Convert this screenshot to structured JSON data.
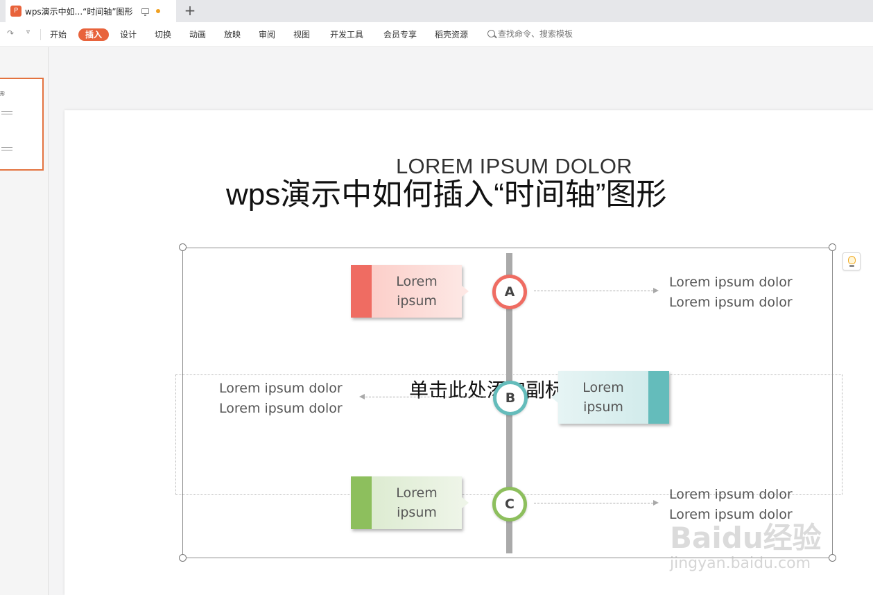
{
  "tab": {
    "title": "wps演示中如...“时间轴”图形",
    "app_icon": "wps-presentation-icon"
  },
  "ribbon": {
    "tabs": [
      "开始",
      "插入",
      "设计",
      "切换",
      "动画",
      "放映",
      "审阅",
      "视图",
      "开发工具",
      "会员专享",
      "稻壳资源"
    ],
    "active_tab": "插入",
    "search_placeholder": "查找命令、搜索模板"
  },
  "thumbnail": {
    "title_fragment": "形"
  },
  "slide": {
    "ghost_title": "LOREM IPSUM DOLOR",
    "title": "wps演示中如何插入“时间轴”图形",
    "subtitle_placeholder": "单击此处添加副标题"
  },
  "timeline": [
    {
      "label": "A",
      "card_text": "Lorem ipsum",
      "color": "#ef6c62",
      "card_side": "left",
      "desc_line1": "Lorem ipsum dolor",
      "desc_line2": "Lorem ipsum dolor"
    },
    {
      "label": "B",
      "card_text": "Lorem ipsum",
      "color": "#64bcbb",
      "card_side": "right",
      "desc_line1": "Lorem ipsum dolor",
      "desc_line2": "Lorem ipsum dolor"
    },
    {
      "label": "C",
      "card_text": "Lorem ipsum",
      "color": "#8dbf5d",
      "card_side": "left",
      "desc_line1": "Lorem ipsum dolor",
      "desc_line2": "Lorem ipsum dolor"
    }
  ],
  "colors": {
    "accent": "#e8633c",
    "axis": "#aaaaaa"
  },
  "watermark": {
    "logo": "Baidu经验",
    "url": "jingyan.baidu.com"
  }
}
